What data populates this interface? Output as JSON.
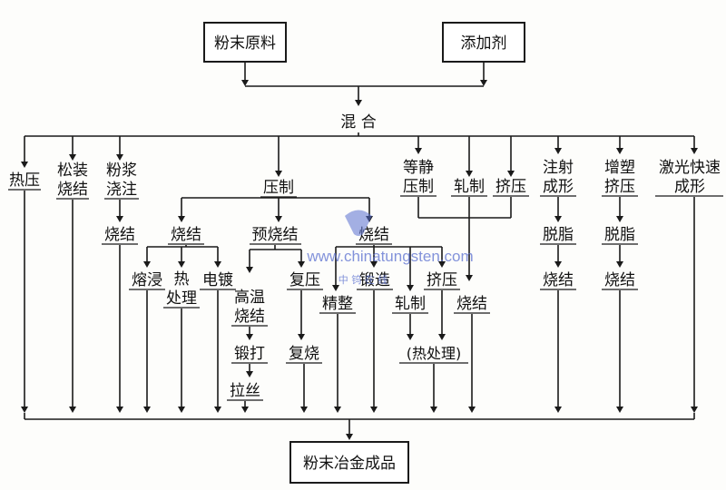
{
  "diagram": {
    "inputs": {
      "powder": "粉末原料",
      "additive": "添加剂"
    },
    "mix": "混 合",
    "routes": {
      "hot_press": "热压",
      "loose_sinter": [
        "松装",
        "烧结"
      ],
      "slurry_cast": [
        "粉浆",
        "浇注"
      ],
      "compact": "压制",
      "iso_press": [
        "等静",
        "压制"
      ],
      "rolling": "轧制",
      "extrusion": "挤压",
      "injection": [
        "注射",
        "成形"
      ],
      "plastic_extrude": [
        "增塑",
        "挤压"
      ],
      "laser": [
        "激光快速",
        "成形"
      ]
    },
    "sub": {
      "sinter": "烧结",
      "presinter": "预烧结",
      "infiltrate": "熔浸",
      "heat_treat": [
        "热",
        "处理"
      ],
      "plating": "电镀",
      "ht_sinter": [
        "高温",
        "烧结"
      ],
      "forging": "锻打",
      "wire_draw": "拉丝",
      "represss": "复压",
      "resinter": "复烧",
      "sizing": "精整",
      "forge": "锻造",
      "extrude2": "挤压",
      "roll2": "轧制",
      "heat_treat2": "(热处理)",
      "debind": "脱脂"
    },
    "output": "粉末冶金成品"
  },
  "watermark": {
    "url": "www.chinatungsten.com",
    "cn": "中 钨 在 线"
  }
}
